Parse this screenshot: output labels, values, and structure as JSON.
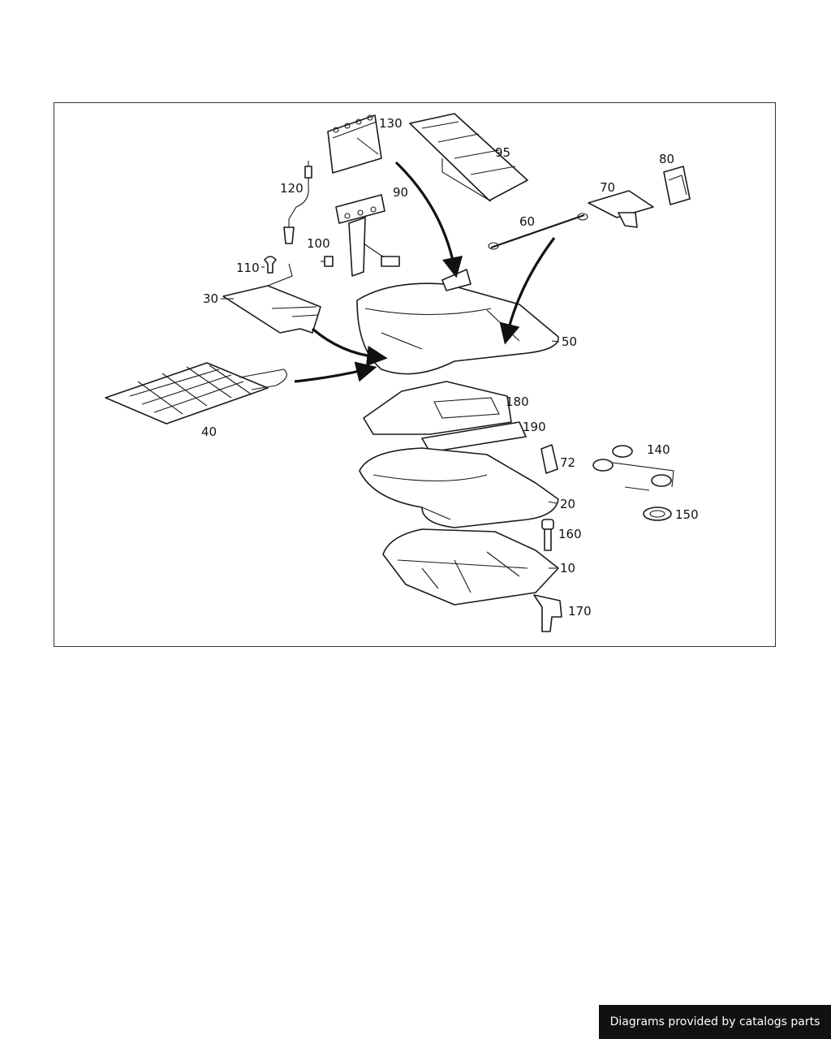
{
  "diagram": {
    "labels": {
      "l10": "10",
      "l20": "20",
      "l30": "30",
      "l40": "40",
      "l50": "50",
      "l60": "60",
      "l70": "70",
      "l72": "72",
      "l80": "80",
      "l90": "90",
      "l95": "95",
      "l100": "100",
      "l110": "110",
      "l120": "120",
      "l130": "130",
      "l140": "140",
      "l150": "150",
      "l160": "160",
      "l170": "170",
      "l180": "180",
      "l190": "190"
    }
  },
  "footer": {
    "credit": "Diagrams provided by catalogs parts"
  },
  "colors": {
    "line": "#1a1a1a",
    "background": "#ffffff",
    "credit_bg": "#111111",
    "credit_text": "#ffffff"
  }
}
